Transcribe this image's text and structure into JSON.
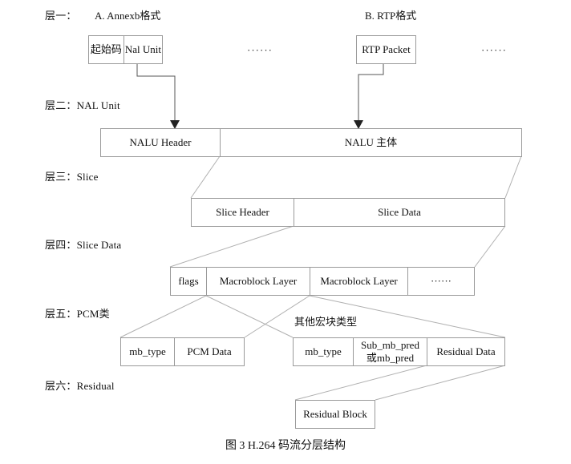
{
  "figure": {
    "caption": "图 3 H.264 码流分层结构"
  },
  "layers": [
    {
      "label": "层一："
    },
    {
      "label": "层二：NAL Unit"
    },
    {
      "label": "层三：Slice"
    },
    {
      "label": "层四：Slice Data"
    },
    {
      "label": "层五：PCM类"
    },
    {
      "label": "层六：Residual"
    }
  ],
  "format_titles": {
    "annexb": "A. Annexb格式",
    "rtp": "B. RTP格式"
  },
  "annexb_row": {
    "cells": [
      "起始码",
      "Nal Unit"
    ],
    "ellipsis": "······"
  },
  "rtp_row": {
    "cells": [
      "RTP Packet"
    ],
    "ellipsis": "······"
  },
  "nal_unit_row": {
    "cells": [
      "NALU Header",
      "NALU 主体"
    ]
  },
  "slice_row": {
    "cells": [
      "Slice Header",
      "Slice Data"
    ]
  },
  "slice_data_row": {
    "cells": [
      "flags",
      "Macroblock Layer",
      "Macroblock Layer",
      "······"
    ]
  },
  "pcm_row": {
    "cells": [
      "mb_type",
      "PCM Data"
    ]
  },
  "other_mb": {
    "note": "其他宏块类型",
    "cells": [
      "mb_type",
      "Sub_mb_pred",
      "或mb_pred",
      "Residual Data"
    ]
  },
  "residual_row": {
    "cells": [
      "Residual Block"
    ]
  },
  "colors": {
    "box_border": "#9a9a9a",
    "connector": "#b0b0b0",
    "arrow": "#222222",
    "text": "#111111",
    "background": "#ffffff"
  }
}
